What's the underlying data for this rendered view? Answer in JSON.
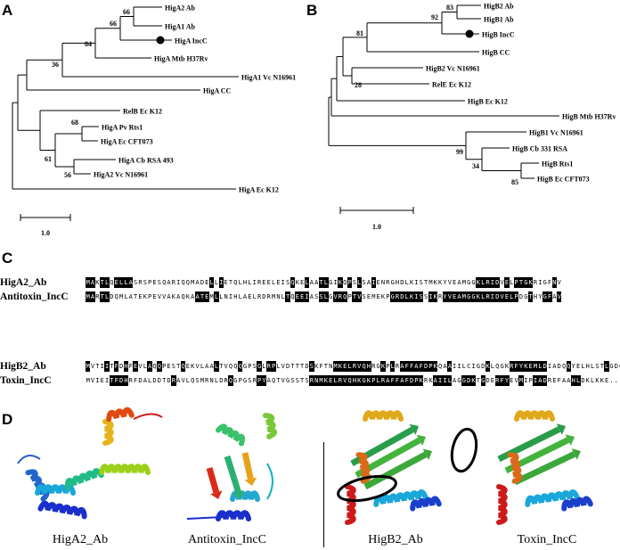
{
  "panels": {
    "a": "A",
    "b": "B",
    "c": "C",
    "d": "D"
  },
  "tree_a": {
    "taxa": [
      "HigA2 Ab",
      "HigA1 Ab",
      "HigA IncC",
      "HigA Mtb H37Rv",
      "HigA1 Vc N16961",
      "HigA CC",
      "RelB Ec K12",
      "HigA Pv Rts1",
      "HigA Ec CFT073",
      "HigA Cb RSA 493",
      "HigA2 Vc N16961",
      "HigA Ec K12"
    ],
    "bootstrap": [
      "66",
      "66",
      "84",
      "36",
      "68",
      "61",
      "56"
    ],
    "scale_label": "1.0"
  },
  "tree_b": {
    "taxa": [
      "HigB2 Ab",
      "HigB1 Ab",
      "HigB IncC",
      "HigB CC",
      "HigB2 Vc N16961",
      "RelE Ec K12",
      "HigB Ec K12",
      "HigB Mtb H37Rv",
      "HigB1 Vc N16961",
      "HigB Cb 331 RSA",
      "HigB Rts1",
      "HigB Ec CFT073"
    ],
    "bootstrap": [
      "83",
      "92",
      "81",
      "28",
      "99",
      "34",
      "85"
    ],
    "scale_label": "1.0"
  },
  "alignment": {
    "rows": [
      {
        "name": "HigA2_Ab",
        "seq": "MAKTLQELLASRSPESQARIQQMADELLIETQLHLIREELEISQKELAATLGIKQPSLSAIENRGHDLKISTMKKYVEAMGGKLRIDVELPTGKRIGFNV",
        "hl": "MA.TL.ELLA................E.L..............E..A..LG..Q.S.S..E.....................MGGKL.I.VELP....I..."
      },
      {
        "name": "Antitoxin_IncC",
        "seq": "MARTLDQMLATEKPEVVAKAQKAATEMLLNIHLAELRDRMNLTQEEIASSLGVRQPTVSEMEKPGRDLKISSIKRYVEAMGGKLRIDVELPDGTHYGFAV",
        "hl": "MA.TL..................ATE.L..............Q.EIA..LG.RQP.VS......GRDLKIS.IK.YVEAMGGKLRIDVELP..T..GF.V"
      }
    ],
    "rows2": [
      {
        "name": "HigB2_Ab",
        "seq": "MVTIITFDHFEVLAQQPESTQEKVLAALTVQQQGPSGLRPLVDTTTDSKFTNMKELRVQHRGKPLRAFFAFDPKQAAIILCIGDKLQGKRFYKEMLDIADQQYELHLSTLGDQSNG",
        "hl": "M...I.F.H.E..A.Q....Q......L....Q...G.RP.......S....NMKELRVQ..G.P.RAFFAFDP..A.......G....GKRFYKEM....D.......L.........."
      },
      {
        "name": "Toxin_IncC",
        "seq": "MVIEITFDHRFDALDDTDRAVLQSMRNLDRQGPGSRPYAQTVGSSTSRNMKELRVQHKGKPLRAFFAFDPKRKAIILAGGDKTGDERFYEVMIPIADREFAAHLDKLKKE...",
        "hl": ".....TFDH.........R...........Q.....RP.........RNMKELRVQHKGKPLRAFFAFDPK..AIIL..GDK.G..RFY..M..IAD.....HL......."
      }
    ]
  },
  "structures": {
    "labels": [
      "HigA2_Ab",
      "Antitoxin_IncC",
      "HigB2_Ab",
      "Toxin_IncC"
    ]
  }
}
